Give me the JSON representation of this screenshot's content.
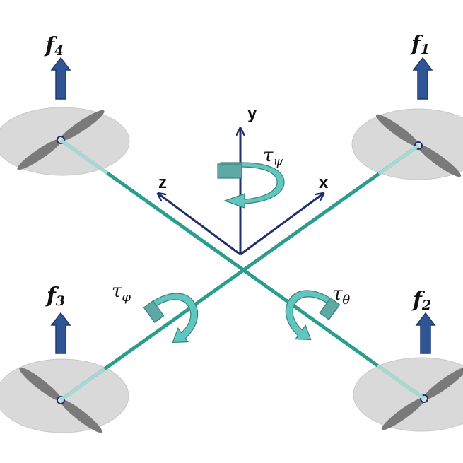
{
  "rotors": [
    {
      "label": "f",
      "sub": "4"
    },
    {
      "label": "f",
      "sub": "1"
    },
    {
      "label": "f",
      "sub": "3"
    },
    {
      "label": "f",
      "sub": "2"
    }
  ],
  "axes": {
    "x": "x",
    "y": "y",
    "z": "z"
  },
  "torques": {
    "yaw": {
      "symbol": "τ",
      "sub": "ψ"
    },
    "roll": {
      "symbol": "τ",
      "sub": "φ"
    },
    "pitch": {
      "symbol": "τ",
      "sub": "θ"
    }
  },
  "colors": {
    "arm": "#2a9d8f",
    "rotor_disk": "#d9d9d9",
    "blade": "#777777",
    "force_arrow": "#2f5597",
    "axis_arrow": "#1f2f6b",
    "torque_arrow": "#5fc6c0"
  },
  "icons": {
    "force": "up-arrow-icon",
    "axis": "axis-arrow-icon",
    "torque": "curved-rotation-arrow-icon",
    "propeller": "propeller-icon"
  }
}
